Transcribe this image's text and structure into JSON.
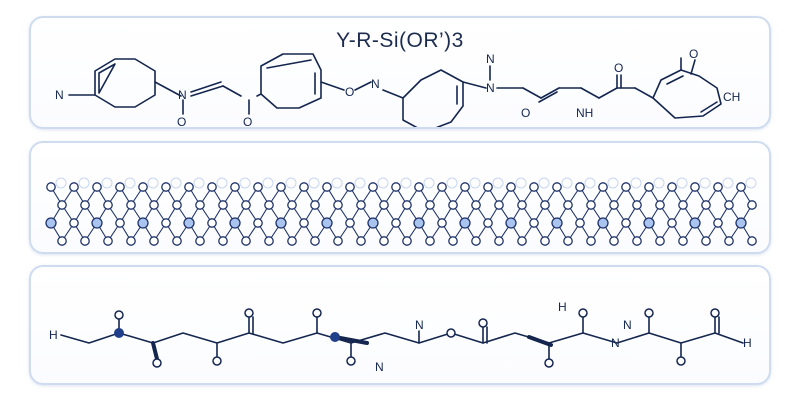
{
  "formula": "Y-R-Si(OR’)3",
  "top_labels": {
    "n_left": "N",
    "n1": "N",
    "o1": "O",
    "o2": "O",
    "o_link": "O",
    "n_link": "N",
    "n_hydr": "N",
    "n_top": "N",
    "o_amide": "O",
    "nh": "NH",
    "o_ket": "O",
    "o_ring": "O",
    "ch": "CH"
  },
  "bottom_labels": {
    "h_left": "H",
    "n_link": "N",
    "n_below": "N",
    "n_mid": "N",
    "h_top": "H",
    "n_right": "N",
    "h_right": "H"
  }
}
